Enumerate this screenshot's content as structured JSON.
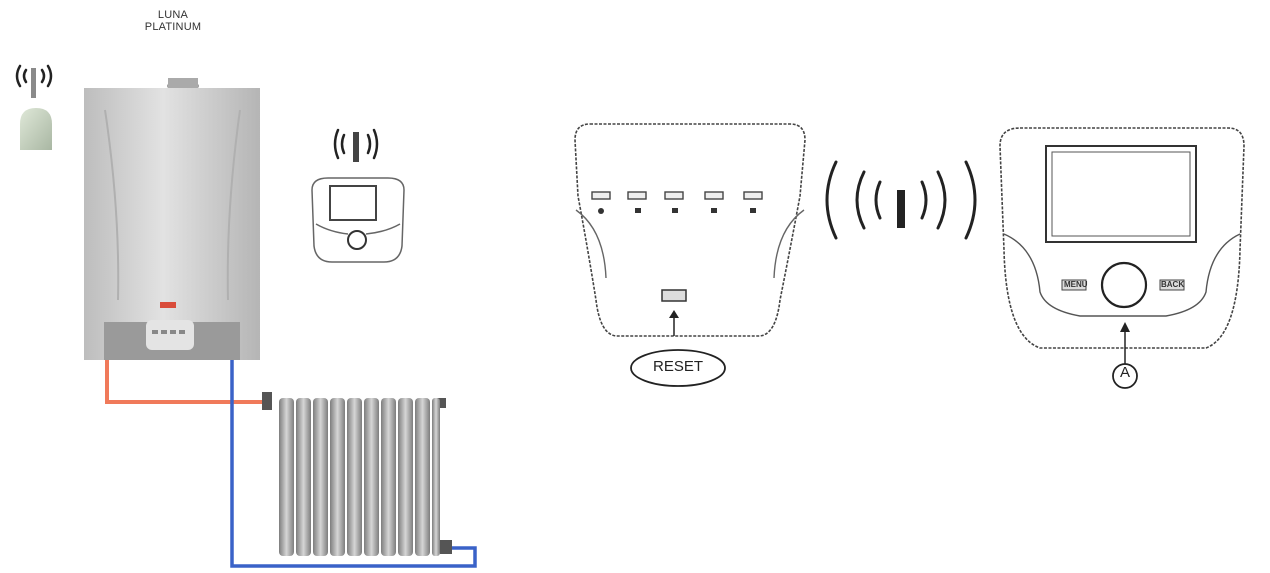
{
  "product": {
    "name_line1": "LUNA",
    "name_line2": "PLATINUM"
  },
  "receiver": {
    "reset_label": "RESET"
  },
  "thermostat": {
    "marker": "A",
    "left_button_label": "MENU",
    "right_button_label": "BACK"
  },
  "colors": {
    "flow_pipe": "#f07a5a",
    "return_pipe": "#3a62c8",
    "boiler_body": "#c9c9c9",
    "outline": "#555555"
  },
  "icons": [
    "wireless-signal-icon",
    "outdoor-sensor-icon",
    "boiler-icon",
    "radiator-icon",
    "thermostat-icon",
    "receiver-icon"
  ]
}
